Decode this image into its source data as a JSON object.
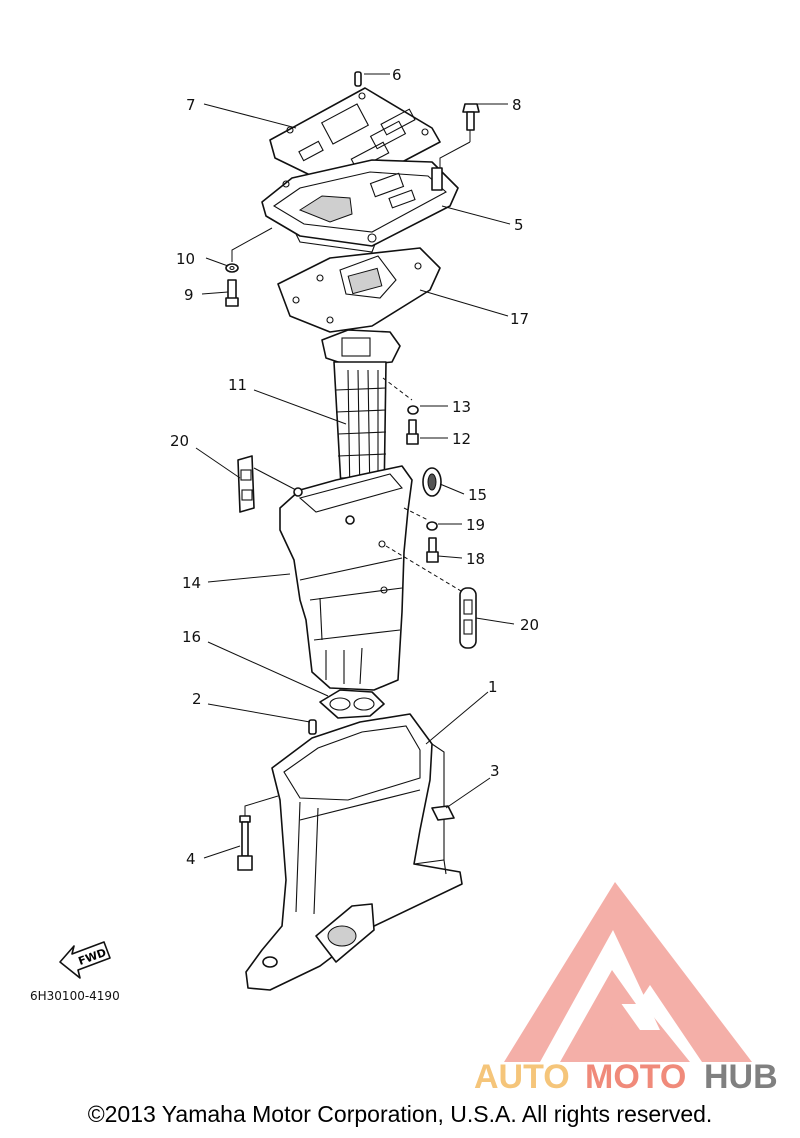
{
  "diagram": {
    "callouts": {
      "p1": "1",
      "p2": "2",
      "p3": "3",
      "p4": "4",
      "p5": "5",
      "p6": "6",
      "p7": "7",
      "p8": "8",
      "p9": "9",
      "p10": "10",
      "p11": "11",
      "p12": "12",
      "p13": "13",
      "p14": "14",
      "p15": "15",
      "p16": "16",
      "p17": "17",
      "p18": "18",
      "p19": "19",
      "p20a": "20",
      "p20b": "20"
    },
    "fwd_label": "FWD",
    "ref_code": "6H30100-4190"
  },
  "watermark": {
    "part1": "AUTO",
    "part2": "MOTO",
    "part3": "HUB",
    "colors": {
      "auto": "#f5c57a",
      "moto": "#f08a7a",
      "hub": "#808080",
      "logo": "#f3a29a"
    }
  },
  "copyright": "©2013 Yamaha Motor Corporation, U.S.A. All rights reserved."
}
